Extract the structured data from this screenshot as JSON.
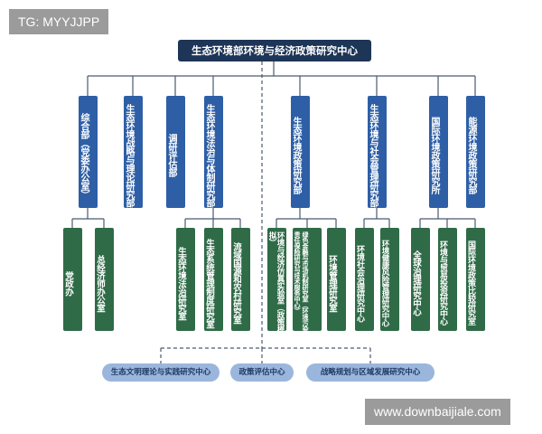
{
  "watermarks": {
    "top_left": "TG: MYYJJPP",
    "bottom_right": "www.downbaijiale.com"
  },
  "root": "生态环境部环境与经济政策研究中心",
  "departments": [
    "综合部（党委办公室）",
    "生态环境战略与理论研究部",
    "调研评估部",
    "生态环境法治与体制研究部",
    "生态环境政策研究部",
    "生态环境与社会管理研究部",
    "国际环境政策研究所",
    "能源环境政策研究部"
  ],
  "units": [
    "党政办",
    "总经济师办公室",
    "生态环境法治研究室",
    "生态系统管理制度研究室",
    "流域国源和农村研究室",
    "环境与经济仿真实验室（政策模拟）",
    "绿色金融与市场机制研究室（环境污染责任保险研究与技术服务中心）",
    "环境管理研究室",
    "环境社会治理研究中心",
    "环境健康风险管理研究中心",
    "全球治理研究中心",
    "环境与贸易投资研究中心",
    "国际环境政策比较研究室"
  ],
  "centers": [
    "生态文明理论与实践研究中心",
    "政策评估中心",
    "战略规划与区域发展研究中心"
  ],
  "colors": {
    "root": "#1d3557",
    "department": "#2e5fa6",
    "unit": "#2f6b47",
    "center": "#9ab6dc",
    "connector": "#4a5a70"
  }
}
